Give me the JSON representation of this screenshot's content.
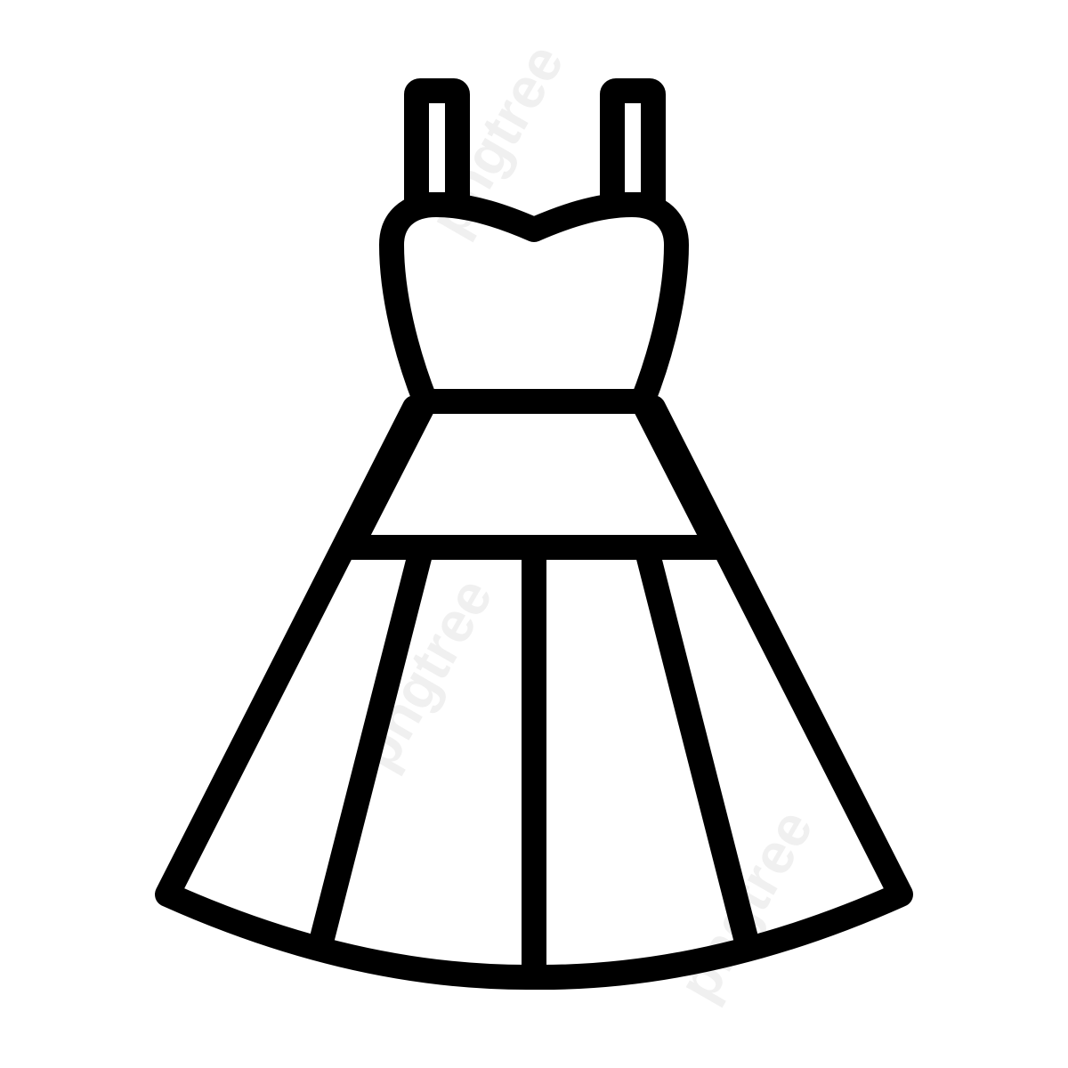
{
  "image": {
    "subject": "Dress line icon",
    "style": "outline",
    "stroke_color": "#000000",
    "background_color": "#ffffff",
    "watermark_text": "pngtree"
  },
  "icon": {
    "name": "dress-icon",
    "parts": [
      "left-strap",
      "right-strap",
      "bodice",
      "waistband",
      "upper-skirt-panel",
      "skirt-panels",
      "hem"
    ]
  }
}
